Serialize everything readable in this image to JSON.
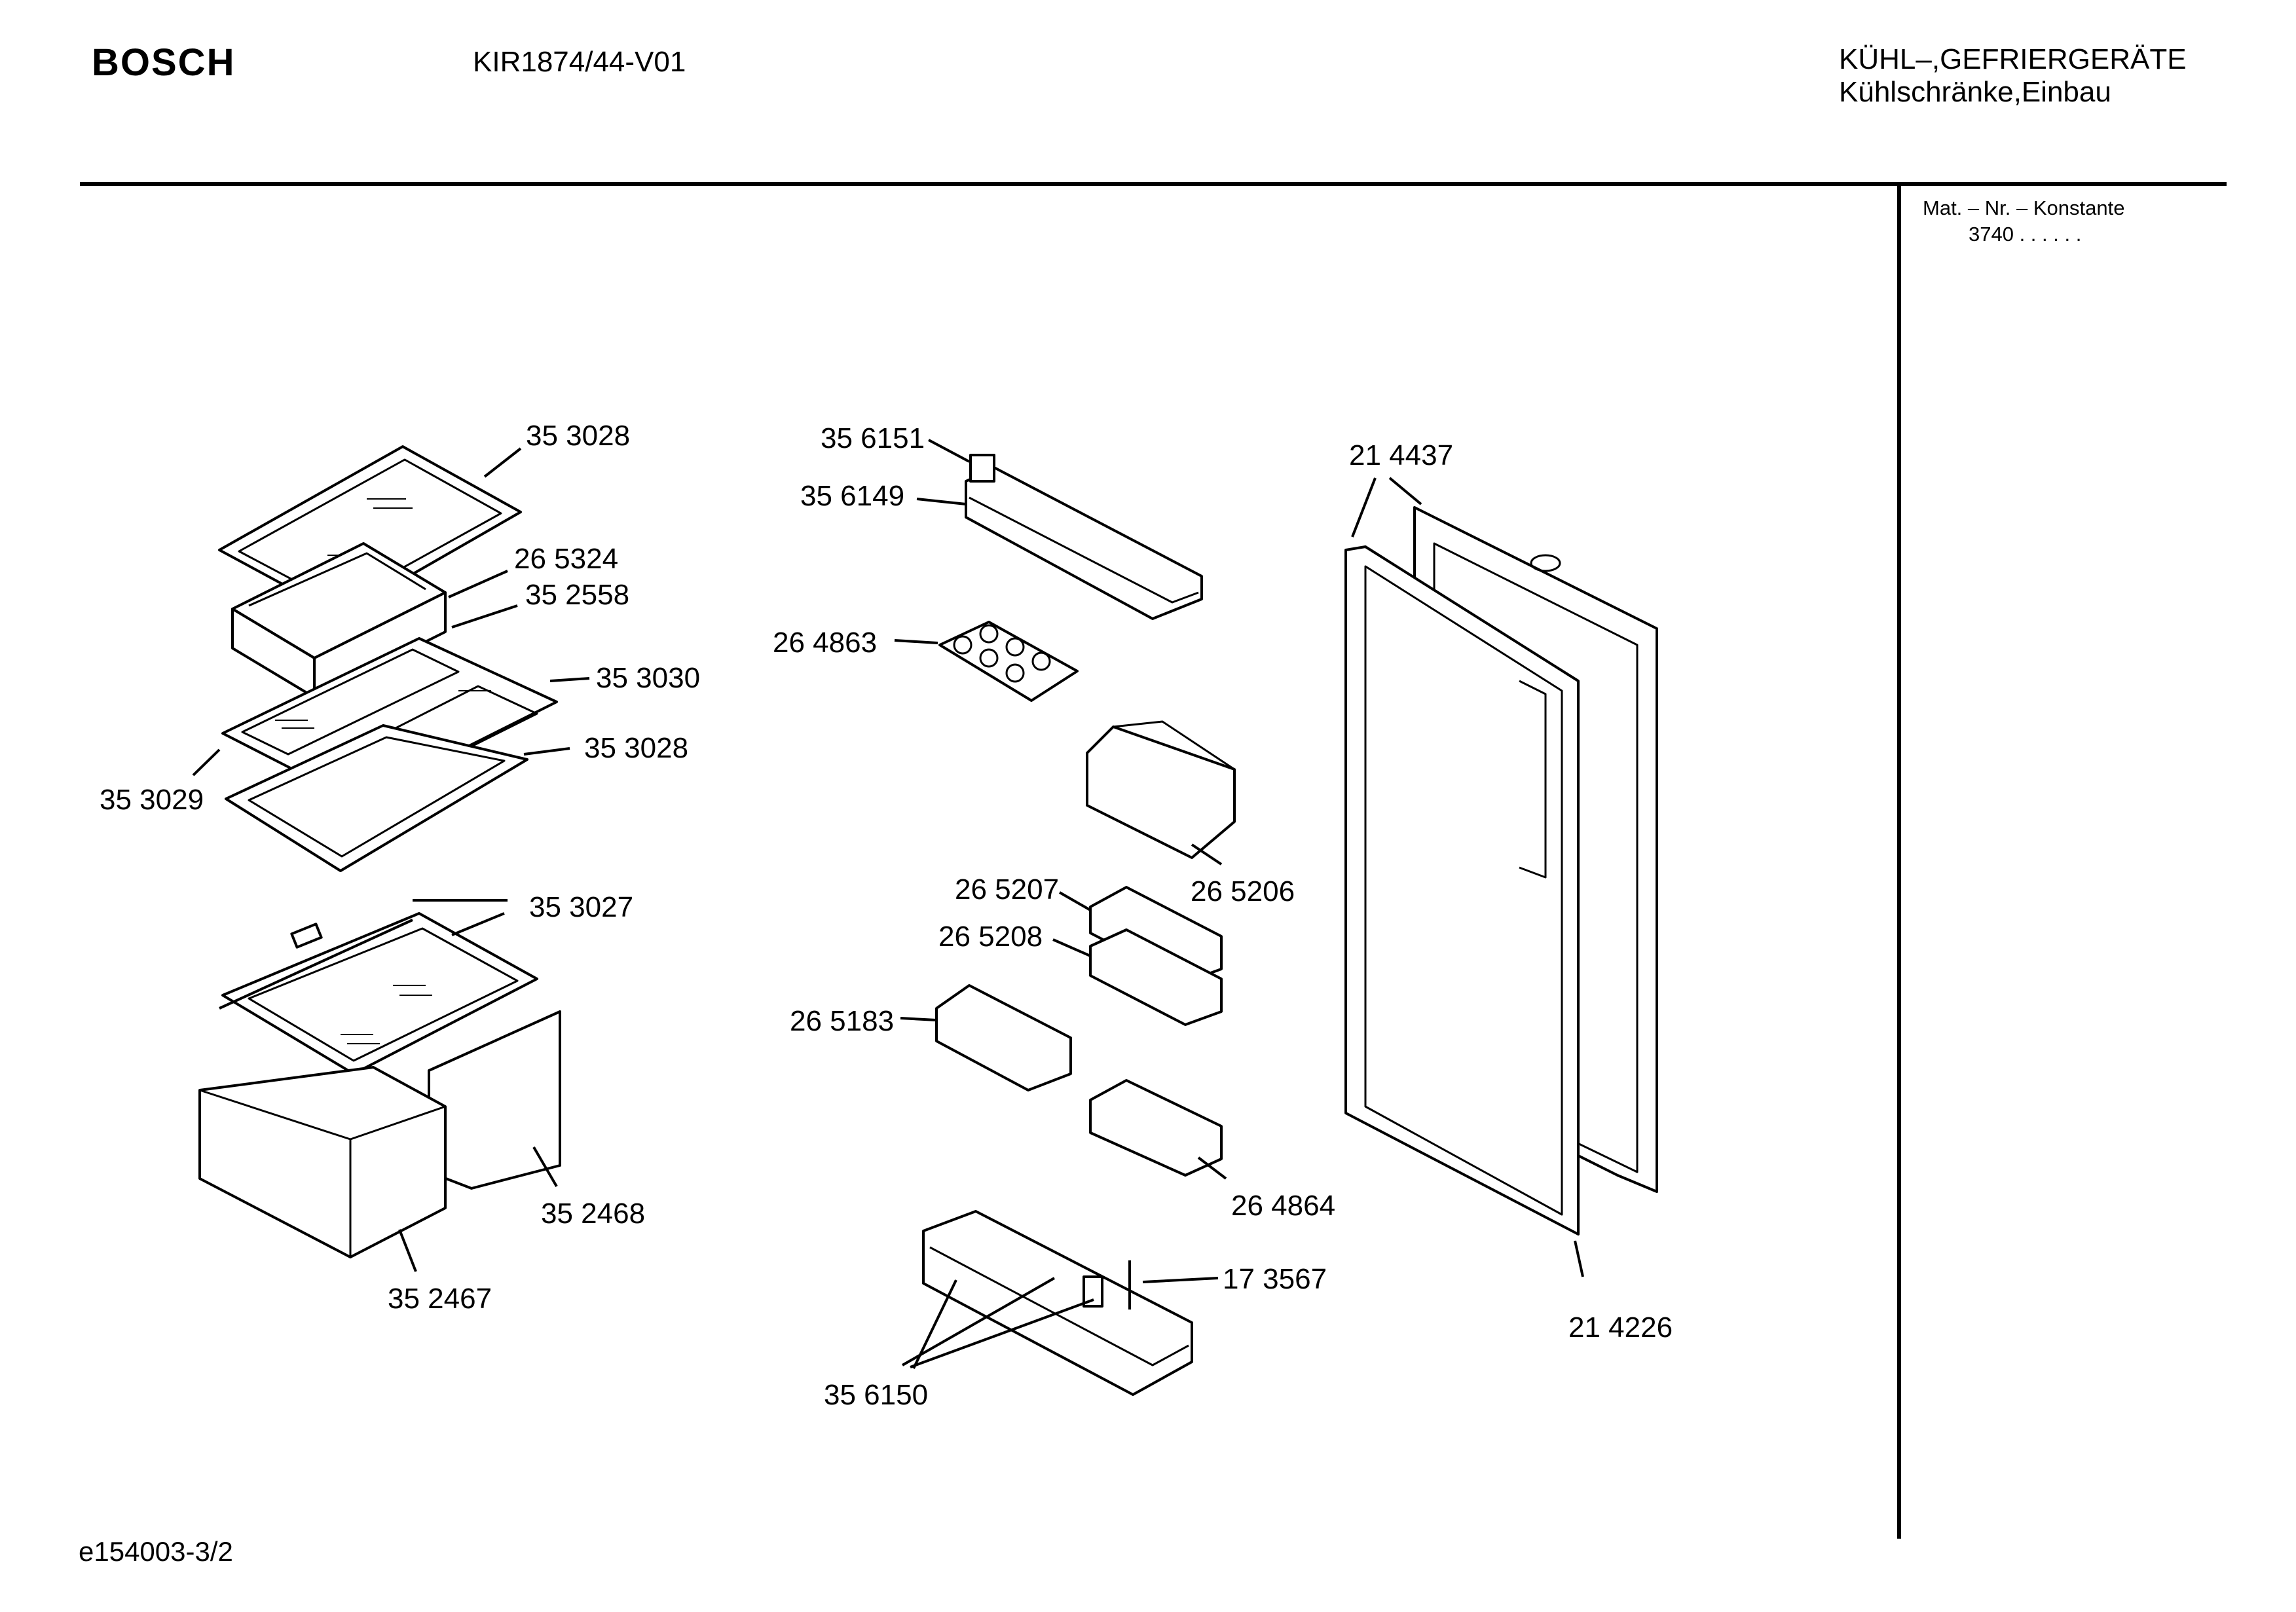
{
  "header": {
    "brand": "BOSCH",
    "model": "KIR1874/44-V01",
    "category_line1": "KÜHL–,GEFRIERGERÄTE",
    "category_line2": "Kühlschränke,Einbau"
  },
  "sidebar": {
    "mat_label": "Mat. – Nr. – Konstante",
    "mat_value": "3740  .  .    .  .  .  ."
  },
  "footer": {
    "code": "e154003-3/2"
  },
  "parts": {
    "p353028a": "35 3028",
    "p265324": "26 5324",
    "p352558": "35 2558",
    "p353030": "35 3030",
    "p353028b": "35 3028",
    "p353029": "35 3029",
    "p353027": "35 3027",
    "p352468": "35 2468",
    "p352467": "35 2467",
    "p356151": "35 6151",
    "p356149": "35 6149",
    "p264863": "26 4863",
    "p265206": "26 5206",
    "p265207": "26 5207",
    "p265208": "26 5208",
    "p265183": "26 5183",
    "p264864": "26 4864",
    "p173567": "17 3567",
    "p356150": "35 6150",
    "p214437": "21 4437",
    "p214226": "21 4226"
  }
}
